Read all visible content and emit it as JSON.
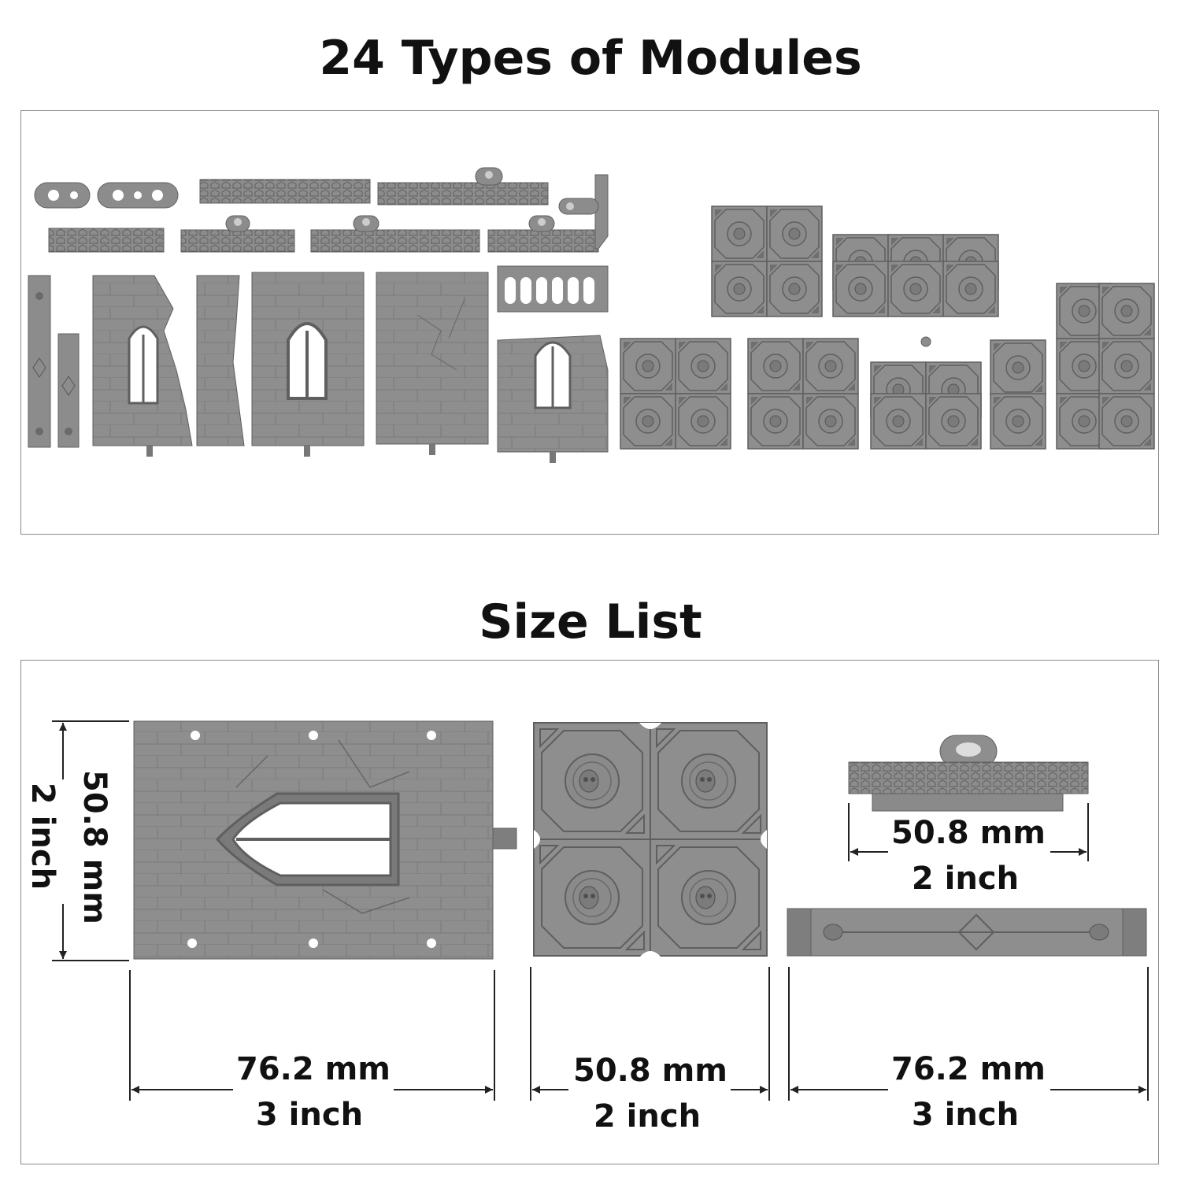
{
  "titles": {
    "modules": "24 Types of Modules",
    "sizes": "Size List"
  },
  "size_labels": {
    "wall_height_mm": "50.8 mm",
    "wall_height_in": "2 inch",
    "wall_width_mm": "76.2 mm",
    "wall_width_in": "3 inch",
    "floor_width_mm": "50.8 mm",
    "floor_width_in": "2 inch",
    "cornice_width_mm": "50.8 mm",
    "cornice_width_in": "2 inch",
    "pillar_width_mm": "76.2 mm",
    "pillar_width_in": "3 inch"
  },
  "colors": {
    "model_grey": "#8c8c8c",
    "model_dark": "#5f5f5f",
    "panel_border": "#8a8a8a",
    "dimension_line": "#222222"
  }
}
